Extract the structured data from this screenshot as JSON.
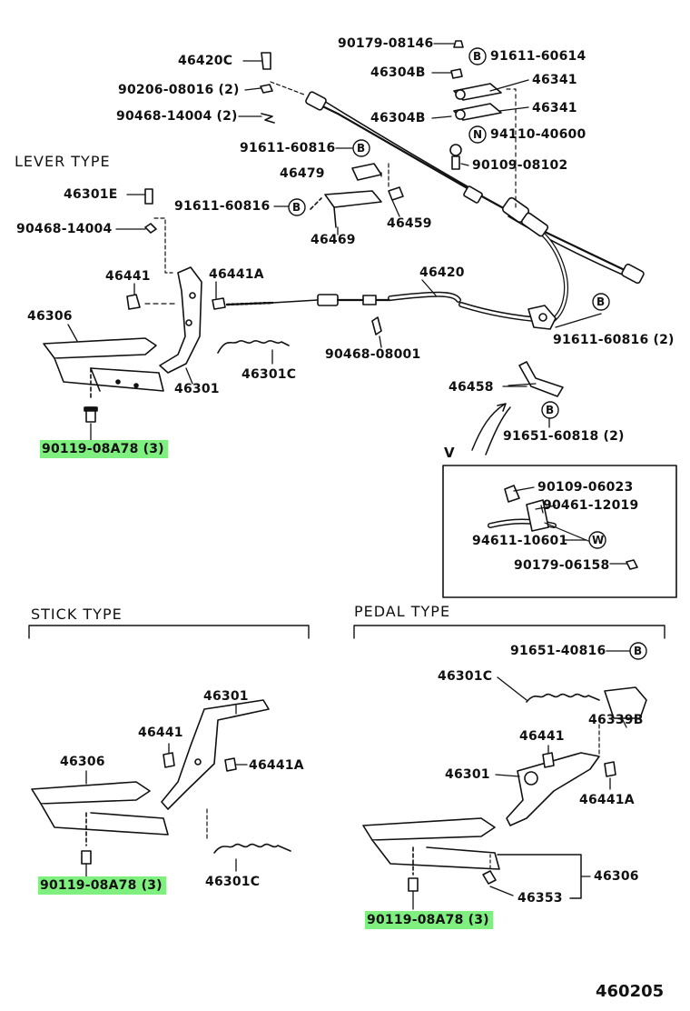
{
  "diagram_code": "460205",
  "sections": {
    "lever": "LEVER TYPE",
    "stick": "STICK TYPE",
    "pedal": "PEDAL TYPE",
    "detail": "V"
  },
  "highlight_color": "#7ff07f",
  "callouts": [
    {
      "id": "c1",
      "text": "90179-08146"
    },
    {
      "id": "c2",
      "text": "91611-60614"
    },
    {
      "id": "c3",
      "text": "46420C"
    },
    {
      "id": "c4",
      "text": "46304B"
    },
    {
      "id": "c5",
      "text": "46341"
    },
    {
      "id": "c6",
      "text": "90206-08016 (2)"
    },
    {
      "id": "c7",
      "text": "46304B"
    },
    {
      "id": "c8",
      "text": "46341"
    },
    {
      "id": "c9",
      "text": "90468-14004 (2)"
    },
    {
      "id": "c10",
      "text": "94110-40600"
    },
    {
      "id": "c11",
      "text": "91611-60816"
    },
    {
      "id": "c12",
      "text": "90109-08102"
    },
    {
      "id": "c13",
      "text": "46479"
    },
    {
      "id": "c14",
      "text": "46301E"
    },
    {
      "id": "c15",
      "text": "91611-60816"
    },
    {
      "id": "c16",
      "text": "46459"
    },
    {
      "id": "c17",
      "text": "90468-14004"
    },
    {
      "id": "c18",
      "text": "46469"
    },
    {
      "id": "c19",
      "text": "46441"
    },
    {
      "id": "c20",
      "text": "46441A"
    },
    {
      "id": "c21",
      "text": "46420"
    },
    {
      "id": "c22",
      "text": "46306"
    },
    {
      "id": "c23",
      "text": "91611-60816 (2)"
    },
    {
      "id": "c24",
      "text": "90468-08001"
    },
    {
      "id": "c25",
      "text": "46301C"
    },
    {
      "id": "c26",
      "text": "46301"
    },
    {
      "id": "c27",
      "text": "46458"
    },
    {
      "id": "c28",
      "text": "90119-08A78 (3)",
      "highlight": true
    },
    {
      "id": "c29",
      "text": "91651-60818 (2)"
    },
    {
      "id": "c30",
      "text": "90109-06023"
    },
    {
      "id": "c31",
      "text": "90461-12019"
    },
    {
      "id": "c32",
      "text": "94611-10601"
    },
    {
      "id": "c33",
      "text": "90179-06158"
    },
    {
      "id": "c34",
      "text": "91651-40816"
    },
    {
      "id": "c35",
      "text": "46301"
    },
    {
      "id": "c36",
      "text": "46301C"
    },
    {
      "id": "c37",
      "text": "46441"
    },
    {
      "id": "c38",
      "text": "46339B"
    },
    {
      "id": "c39",
      "text": "46306"
    },
    {
      "id": "c40",
      "text": "46441A"
    },
    {
      "id": "c41",
      "text": "46441"
    },
    {
      "id": "c42",
      "text": "46301"
    },
    {
      "id": "c43",
      "text": "46441A"
    },
    {
      "id": "c44",
      "text": "90119-08A78 (3)",
      "highlight": true
    },
    {
      "id": "c45",
      "text": "46301C"
    },
    {
      "id": "c46",
      "text": "46306"
    },
    {
      "id": "c47",
      "text": "46353"
    },
    {
      "id": "c48",
      "text": "90119-08A78 (3)",
      "highlight": true
    }
  ],
  "symbols": {
    "b": "B",
    "n": "N",
    "w": "W"
  }
}
